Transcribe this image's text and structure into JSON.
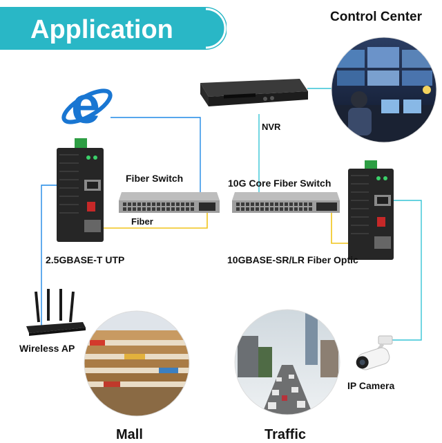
{
  "banner": {
    "title": "Application"
  },
  "labels": {
    "control_center": "Control Center",
    "nvr": "NVR",
    "fiber_switch": "Fiber Switch",
    "core_switch": "10G Core Fiber Switch",
    "fiber": "Fiber",
    "utp": "2.5GBASE-T UTP",
    "fiber_optic": "10GBASE-SR/LR Fiber Optic",
    "wireless_ap": "Wireless AP",
    "ip_camera": "IP Camera",
    "mall": "Mall",
    "traffic": "Traffic"
  },
  "colors": {
    "banner_teal": "#29b7c6",
    "link_blue": "#1e88e5",
    "link_teal": "#35c4d6",
    "fiber_yellow": "#f0c419",
    "ie_blue": "#1976d2"
  },
  "icons": [
    "internet-browser-icon"
  ]
}
